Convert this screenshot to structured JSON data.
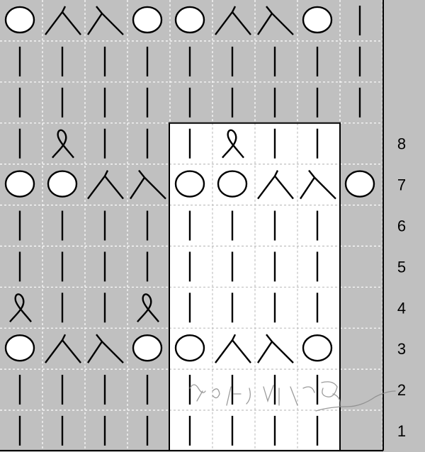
{
  "colors": {
    "background": "#c0c0c0",
    "repeat_box": "#ffffff",
    "grid_line": "#ffffff",
    "grid_line_in_box": "#c0c0c0",
    "symbol_stroke": "#000000",
    "symbol_fill": "#ffffff",
    "watermark": "#8a8a8a"
  },
  "legend_hint": {
    "knit": "vertical-bar",
    "yarn_over": "circle",
    "right_decrease": "right-slant-wedge",
    "left_decrease": "left-slant-wedge",
    "twisted_stitch": "loop-cross"
  },
  "row_labels": [
    "8",
    "7",
    "6",
    "5",
    "4",
    "3",
    "2",
    "1"
  ],
  "grid": {
    "columns": 9,
    "rows": 11,
    "repeat_columns": [
      5,
      8
    ],
    "repeat_rows": [
      1,
      8
    ],
    "cells": [
      [
        "O",
        "R",
        "L",
        "O",
        "O",
        "R",
        "L",
        "O",
        "K"
      ],
      [
        "K",
        "K",
        "K",
        "K",
        "K",
        "K",
        "K",
        "K",
        "K"
      ],
      [
        "K",
        "K",
        "K",
        "K",
        "K",
        "K",
        "K",
        "K",
        "K"
      ],
      [
        "K",
        "T",
        "K",
        "K",
        "K",
        "T",
        "K",
        "K",
        ""
      ],
      [
        "O",
        "O",
        "R",
        "L",
        "O",
        "O",
        "R",
        "L",
        "O"
      ],
      [
        "K",
        "K",
        "K",
        "K",
        "K",
        "K",
        "K",
        "K",
        ""
      ],
      [
        "K",
        "K",
        "K",
        "K",
        "K",
        "K",
        "K",
        "K",
        ""
      ],
      [
        "T",
        "K",
        "K",
        "T",
        "K",
        "K",
        "K",
        "K",
        ""
      ],
      [
        "O",
        "R",
        "L",
        "O",
        "O",
        "R",
        "L",
        "O",
        ""
      ],
      [
        "K",
        "K",
        "K",
        "K",
        "K",
        "K",
        "K",
        "K",
        ""
      ],
      [
        "K",
        "K",
        "K",
        "K",
        "K",
        "K",
        "K",
        "K",
        ""
      ]
    ]
  }
}
